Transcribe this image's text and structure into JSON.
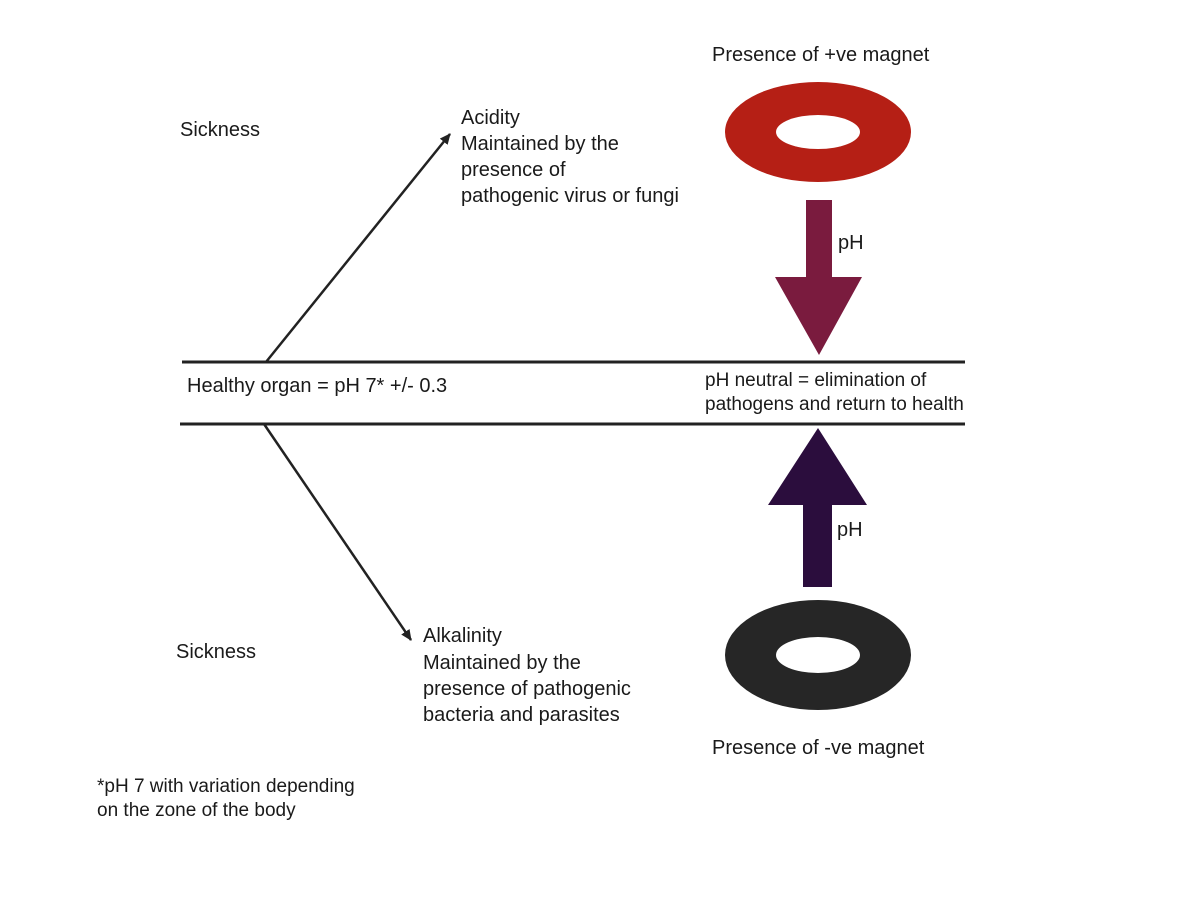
{
  "sickness_top": "Sickness",
  "sickness_bottom": "Sickness",
  "acidity": {
    "title": "Acidity",
    "description": "Maintained by the\npresence of\npathogenic virus or fungi"
  },
  "alkalinity": {
    "title": "Alkalinity",
    "description": "Maintained by the\npresence of pathogenic\nbacteria and parasites"
  },
  "healthy_organ": "Healthy organ = pH 7* +/- 0.3",
  "ph_neutral": "pH neutral = elimination of\npathogens and return to health",
  "positive_magnet": {
    "label": "Presence of +ve magnet",
    "color": "#b51f15",
    "arrow_label": "pH",
    "arrow_color": "#7a1b3e"
  },
  "negative_magnet": {
    "label": "Presence of -ve magnet",
    "color": "#262626",
    "arrow_label": "pH",
    "arrow_color": "#2b0d3d"
  },
  "footnote": "*pH 7 with variation depending\non the zone of the body",
  "line_color": "#222222"
}
